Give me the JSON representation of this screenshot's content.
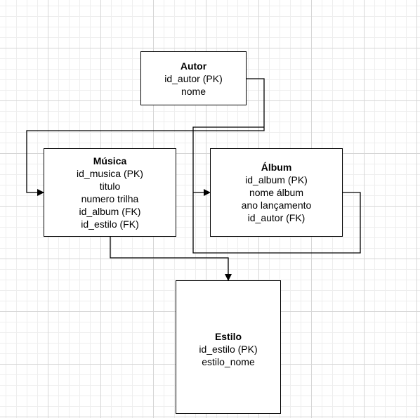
{
  "entities": {
    "autor": {
      "title": "Autor",
      "fields": [
        "id_autor (PK)",
        "nome"
      ]
    },
    "musica": {
      "title": "Música",
      "fields": [
        "id_musica (PK)",
        "titulo",
        "numero trilha",
        "id_album (FK)",
        "id_estilo (FK)"
      ]
    },
    "album": {
      "title": "Álbum",
      "fields": [
        "id_album (PK)",
        "nome álbum",
        "ano lançamento",
        "id_autor (FK)"
      ]
    },
    "estilo": {
      "title": "Estilo",
      "fields": [
        "id_estilo (PK)",
        "estilo_nome"
      ]
    }
  },
  "colors": {
    "line": "#000000",
    "grid": "#d6d6d6",
    "background": "#ffffff"
  }
}
